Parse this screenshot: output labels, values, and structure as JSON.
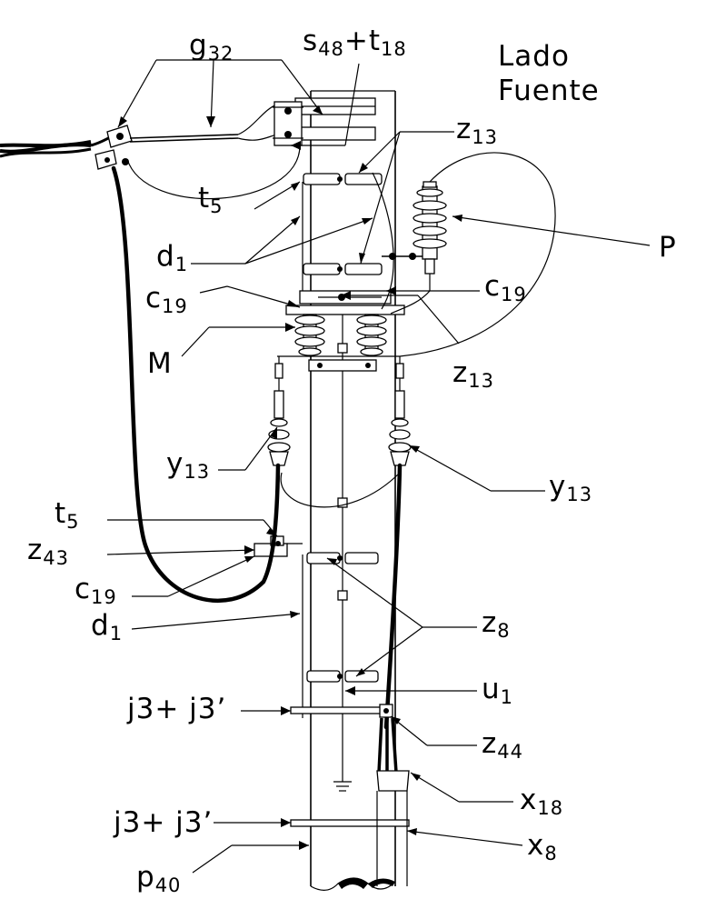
{
  "header": {
    "side_line1": "Lado",
    "side_line2": "Fuente"
  },
  "labels": {
    "g32": {
      "main": "g",
      "sub": "32"
    },
    "s48t18": {
      "main1": "s",
      "sub1": "48",
      "plus": "+",
      "main2": "t",
      "sub2": "18"
    },
    "z13_top": {
      "main": "z",
      "sub": "13"
    },
    "t5_top": {
      "main": "t",
      "sub": "5"
    },
    "d1_top": {
      "main": "d",
      "sub": "1"
    },
    "P": {
      "main": "P"
    },
    "c19_left": {
      "main": "c",
      "sub": "19"
    },
    "c19_right": {
      "main": "c",
      "sub": "19"
    },
    "M": {
      "main": "M"
    },
    "z13_mid": {
      "main": "z",
      "sub": "13"
    },
    "y13_left": {
      "main": "y",
      "sub": "13"
    },
    "y13_right": {
      "main": "y",
      "sub": "13"
    },
    "t5_low": {
      "main": "t",
      "sub": "5"
    },
    "z43": {
      "main": "z",
      "sub": "43"
    },
    "c19_low": {
      "main": "c",
      "sub": "19"
    },
    "d1_low": {
      "main": "d",
      "sub": "1"
    },
    "z8": {
      "main": "z",
      "sub": "8"
    },
    "u1": {
      "main": "u",
      "sub": "1"
    },
    "j3_top": {
      "main": "j3+ j3’"
    },
    "z44": {
      "main": "z",
      "sub": "44"
    },
    "x18": {
      "main": "x",
      "sub": "18"
    },
    "j3_bottom": {
      "main": "j3+ j3’"
    },
    "x8": {
      "main": "x",
      "sub": "8"
    },
    "p40": {
      "main": "p",
      "sub": "40"
    }
  }
}
